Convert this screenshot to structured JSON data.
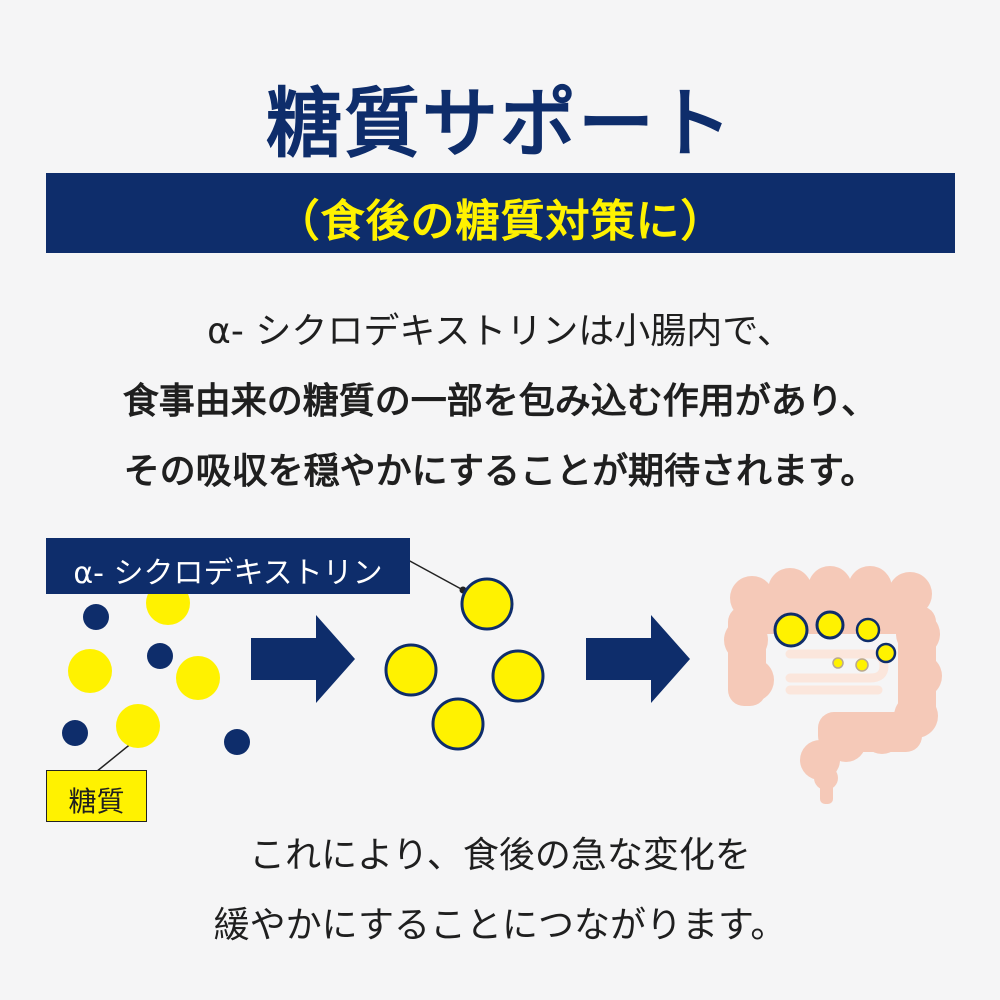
{
  "title": "糖質サポート",
  "banner": "（食後の糖質対策に）",
  "description": {
    "line1": "α- シクロデキストリンは小腸内で、",
    "line2": "食事由来の糖質の一部を包み込む作用があり、",
    "line3": "その吸収を穏やかにすることが期待されます。"
  },
  "diagram": {
    "alpha_label": "α- シクロデキストリン",
    "sugar_label": "糖質"
  },
  "footer": {
    "line1": "これにより、食後の急な変化を",
    "line2": "緩やかにすることにつながります。"
  },
  "colors": {
    "navy": "#0e2d6b",
    "yellow": "#fff200",
    "intestine": "#f5c9b8",
    "background": "#f5f5f6"
  },
  "icons": [
    "right-arrow-icon",
    "intestine-icon"
  ]
}
